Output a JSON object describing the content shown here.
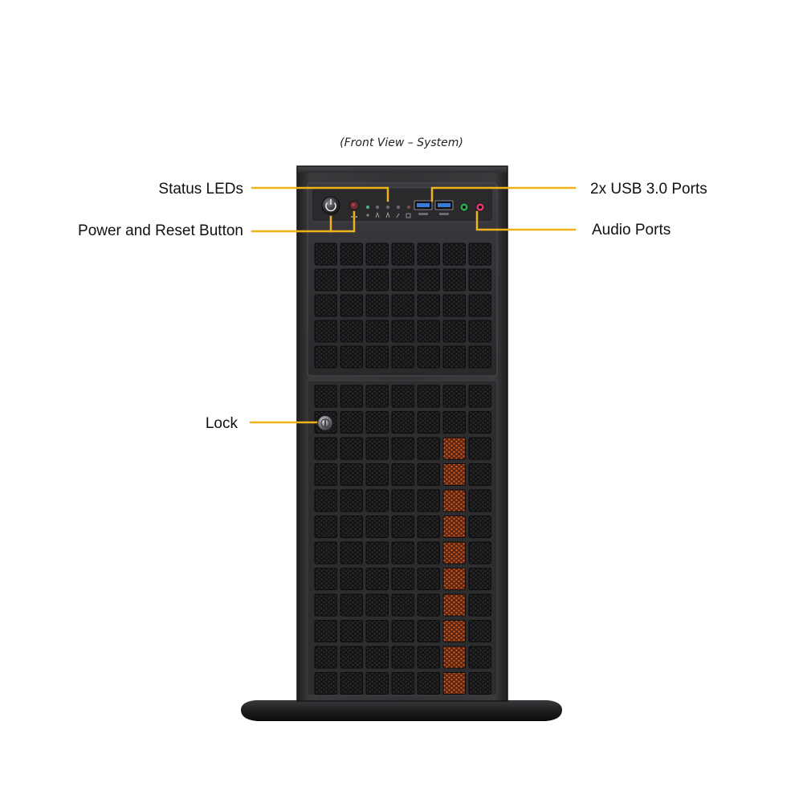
{
  "caption": "(Front View – System)",
  "callouts": {
    "status_leds": "Status LEDs",
    "power_reset": "Power and Reset Button",
    "lock": "Lock",
    "usb_ports": "2x USB 3.0 Ports",
    "audio_ports": "Audio Ports"
  },
  "colors": {
    "leader": "#f0b21a",
    "chassis": "#2f2f31",
    "grille": "#1a1a1c",
    "fan_accent": "#c8561f",
    "usb_blue": "#3a7bd5",
    "audio_green": "#2fa84f",
    "audio_pink": "#e23b6a"
  },
  "grille": {
    "columns": 7,
    "upper_bay_rows": 5,
    "lower_bay_rows": 12,
    "highlighted_column": 6,
    "highlighted_rows_from": 3
  },
  "icons": {
    "power_button": "power-icon",
    "lock": "lock-icon",
    "usb": "usb-port-icon",
    "audio": "audio-jack-icon"
  }
}
